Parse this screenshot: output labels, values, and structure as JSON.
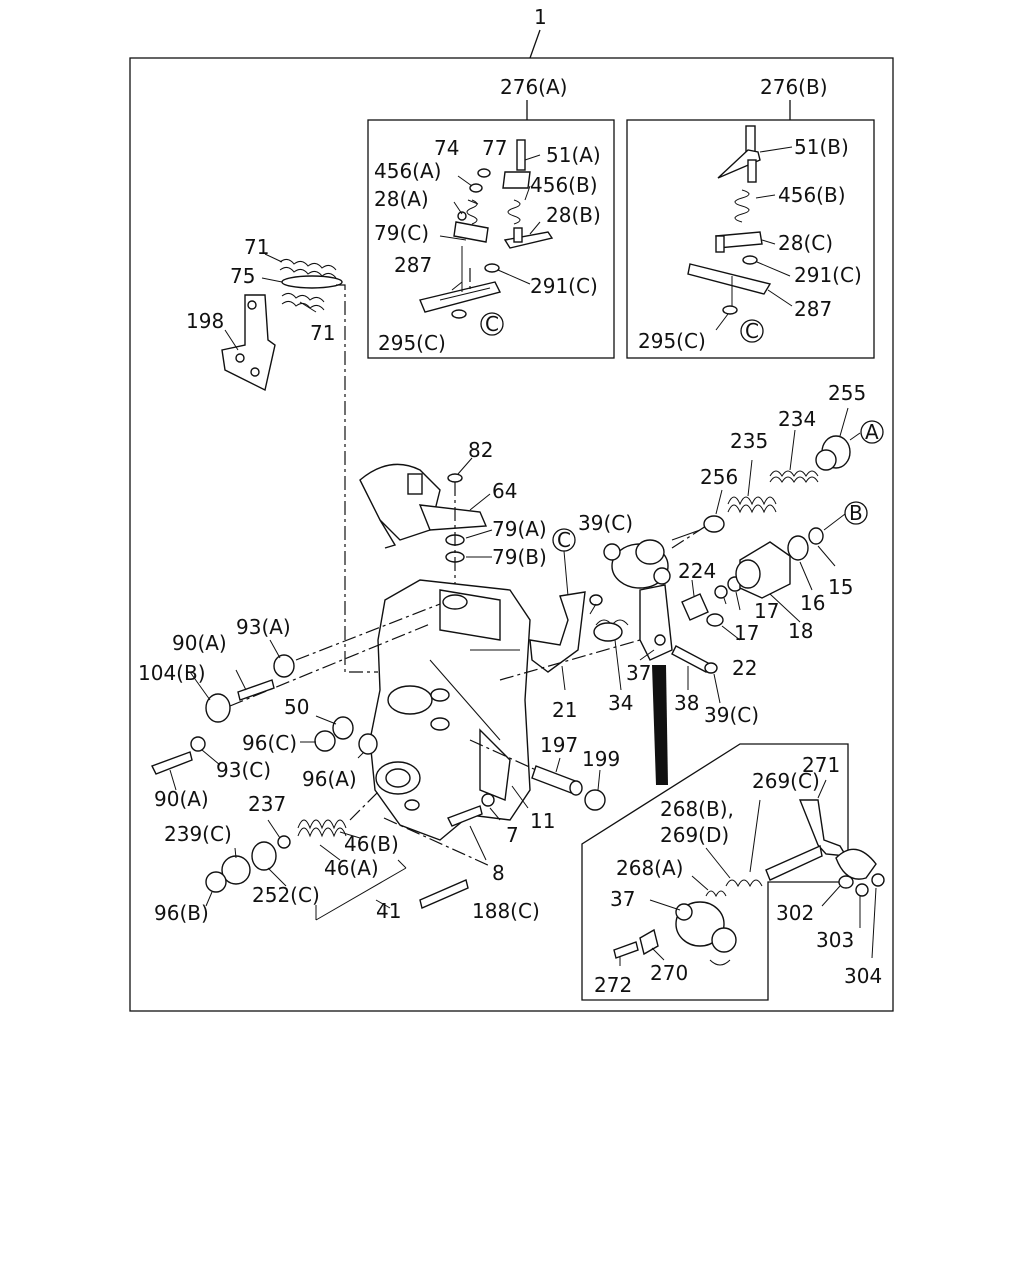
{
  "labels": {
    "l1": "1",
    "l276a": "276(A)",
    "l276b": "276(B)",
    "l74": "74",
    "l77": "77",
    "l51a": "51(A)",
    "l456a": "456(A)",
    "l456b_a": "456(B)",
    "l28a": "28(A)",
    "l28b": "28(B)",
    "l79c": "79(C)",
    "l287_a": "287",
    "l291c_a": "291(C)",
    "l295c_a": "295(C)",
    "lCcirc_a": "C",
    "l51b": "51(B)",
    "l456b_b": "456(B)",
    "l28c": "28(C)",
    "l291c_b": "291(C)",
    "l287_b": "287",
    "l295c_b": "295(C)",
    "lCcirc_b": "C",
    "l71_top": "71",
    "l75": "75",
    "l71_bot": "71",
    "l198": "198",
    "l82": "82",
    "l64": "64",
    "l79a": "79(A)",
    "l79b": "79(B)",
    "lCcirc_main": "C",
    "l39c_top": "39(C)",
    "l255": "255",
    "l234": "234",
    "l235": "235",
    "lAcirc": "A",
    "l256": "256",
    "lBcirc": "B",
    "l224": "224",
    "l17a": "17",
    "l16": "16",
    "l15": "15",
    "l17b": "17",
    "l18": "18",
    "l22": "22",
    "l37_main": "37",
    "l34": "34",
    "l21": "21",
    "l38": "38",
    "l39c_bot": "39(C)",
    "l90a_top": "90(A)",
    "l93a": "93(A)",
    "l104b": "104(B)",
    "l50": "50",
    "l96c": "96(C)",
    "l96a": "96(A)",
    "l93c": "93(C)",
    "l90a_bot": "90(A)",
    "l197": "197",
    "l199": "199",
    "l237": "237",
    "l239c": "239(C)",
    "l46b": "46(B)",
    "l46a": "46(A)",
    "l252c": "252(C)",
    "l96b": "96(B)",
    "l41": "41",
    "l7": "7",
    "l11": "11",
    "l8": "8",
    "l188c": "188(C)",
    "l271": "271",
    "l269c": "269(C)",
    "l268b269d": "268(B),",
    "l269d": "269(D)",
    "l268a": "268(A)",
    "l37_inset": "37",
    "l302": "302",
    "l303": "303",
    "l304": "304",
    "l272": "272",
    "l270": "270"
  }
}
